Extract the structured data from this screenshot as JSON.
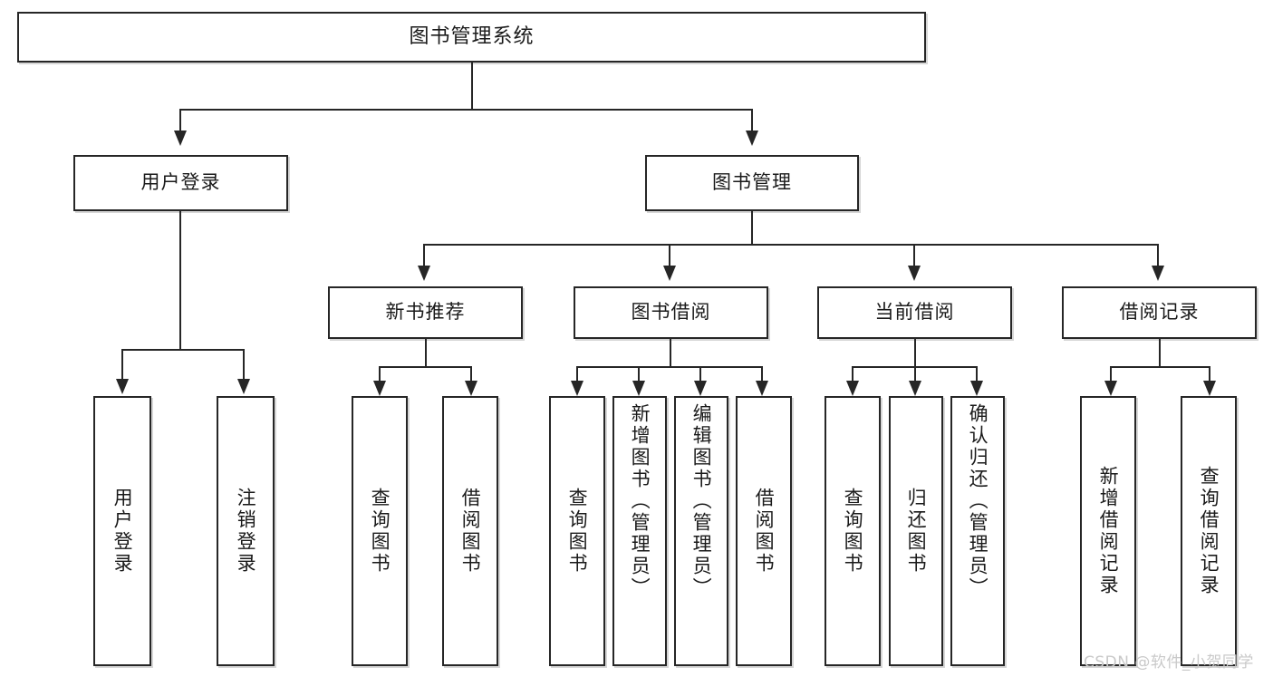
{
  "diagram": {
    "title": "图书管理系统",
    "type": "hierarchy-tree",
    "root": {
      "label": "图书管理系统"
    },
    "level1": [
      {
        "label": "用户登录"
      },
      {
        "label": "图书管理"
      }
    ],
    "level2": [
      {
        "label": "新书推荐",
        "parent": "图书管理"
      },
      {
        "label": "图书借阅",
        "parent": "图书管理"
      },
      {
        "label": "当前借阅",
        "parent": "图书管理"
      },
      {
        "label": "借阅记录",
        "parent": "图书管理"
      }
    ],
    "leaves": {
      "user_login": [
        {
          "label": "用户登录"
        },
        {
          "label": "注销登录"
        }
      ],
      "new_book_recommend": [
        {
          "label": "查询图书"
        },
        {
          "label": "借阅图书"
        }
      ],
      "book_borrow": [
        {
          "label": "查询图书"
        },
        {
          "label": "新增图书（管理员）"
        },
        {
          "label": "编辑图书（管理员）"
        },
        {
          "label": "借阅图书"
        }
      ],
      "current_borrow": [
        {
          "label": "查询图书"
        },
        {
          "label": "归还图书"
        },
        {
          "label": "确认归还（管理员）"
        }
      ],
      "borrow_record": [
        {
          "label": "新增借阅记录"
        },
        {
          "label": "查询借阅记录"
        }
      ]
    }
  },
  "watermark": {
    "text": "CSDN @软件_小贺同学"
  },
  "colors": {
    "stroke": "#262626",
    "fill": "#ffffff",
    "text": "#1a1a1a",
    "watermark": "#c9c9c9"
  }
}
